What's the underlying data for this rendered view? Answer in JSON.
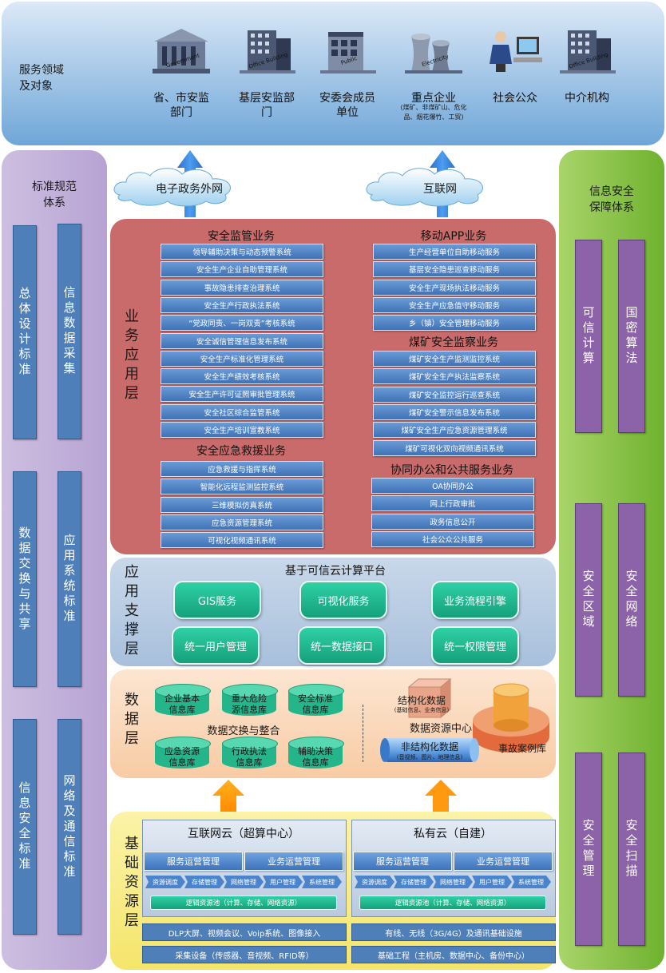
{
  "top": {
    "title": "服务领域\n及对象",
    "entities": [
      {
        "label": "省、市安监\n部门",
        "icon": "government-building-icon",
        "sign": "Government"
      },
      {
        "label": "基层安监部\n门",
        "icon": "office-building-icon",
        "sign": "Office Building"
      },
      {
        "label": "安委会成员\n单位",
        "icon": "public-building-icon",
        "sign": "Public"
      },
      {
        "label": "重点企业",
        "sub": "(煤矿、非煤矿山、危化\n品、烟花爆竹、工贸)",
        "icon": "factory-icon",
        "sign": "Electricity"
      },
      {
        "label": "社会公众",
        "icon": "person-computer-icon",
        "sign": ""
      },
      {
        "label": "中介机构",
        "icon": "office-building-icon",
        "sign": "Office Building"
      }
    ]
  },
  "left": {
    "title": "标准规范\n体系",
    "items": [
      "总体设计标准",
      "信息数据采集",
      "数据交换与共享",
      "应用系统标准",
      "信息安全标准",
      "网络及通信标准"
    ]
  },
  "right": {
    "title": "信息安全\n保障体系",
    "items": [
      "可信计算",
      "国密算法",
      "安全区域",
      "安全网络",
      "安全管理",
      "安全扫描"
    ]
  },
  "clouds": [
    "电子政务外网",
    "互联网"
  ],
  "business": {
    "layer": "业务应用层",
    "groups": [
      {
        "title": "安全监管业务",
        "items": [
          "领导辅助决策与动态预警系统",
          "安全生产企业自助管理系统",
          "事故隐患排查治理系统",
          "安全生产行政执法系统",
          "“党政同责、一岗双责”考核系统",
          "安全诚信管理信息发布系统",
          "安全生产标准化管理系统",
          "安全生产绩效考核系统",
          "安全生产许可证照审批管理系统",
          "安全社区综合监管系统",
          "安全生产培训宣教系统"
        ]
      },
      {
        "title": "安全应急救援业务",
        "items": [
          "应急救援与指挥系统",
          "智能化远程监测监控系统",
          "三维模拟仿真系统",
          "应急资源管理系统",
          "可视化视频通讯系统"
        ]
      },
      {
        "title": "移动APP业务",
        "items": [
          "生产经营单位自助移动服务",
          "基层安全隐患巡查移动服务",
          "安全生产现场执法移动服务",
          "安全生产应急值守移动服务",
          "乡（镇）安全管理移动服务"
        ]
      },
      {
        "title": "煤矿安全监察业务",
        "items": [
          "煤矿安全生产监测监控系统",
          "煤矿安全生产执法监察系统",
          "煤矿安全监控运行巡查系统",
          "煤矿安全警示信息发布系统",
          "煤矿安全生产应急资源管理系统",
          "煤矿可视化双向视频通讯系统"
        ]
      },
      {
        "title": "协同办公和公共服务业务",
        "items": [
          "OA协同办公",
          "网上行政审批",
          "政务信息公开",
          "社会公众公共服务"
        ]
      }
    ]
  },
  "support": {
    "layer": "应用支撑层",
    "title": "基于可信云计算平台",
    "items": [
      "GIS服务",
      "可视化服务",
      "业务流程引擎",
      "统一用户管理",
      "统一数据接口",
      "统一权限管理"
    ]
  },
  "data": {
    "layer": "数据层",
    "dbs": [
      "企业基本\n信息库",
      "重大危险\n源信息库",
      "安全标准\n信息库",
      "应急资源\n信息库",
      "行政执法\n信息库",
      "辅助决策\n信息库"
    ],
    "exchange": "数据交换与整合",
    "structured": "结构化数据",
    "structured_sub": "(基础信息、业务信息)",
    "center": "数据资源中心",
    "unstructured": "非结构化数据",
    "unstructured_sub": "(音视频、图片、地理信息)",
    "case": "事故案例库"
  },
  "infra": {
    "layer": "基础资源层",
    "clouds": [
      {
        "title": "互联网云（超算中心）",
        "mgmt": [
          "服务运营管理",
          "业务运营管理"
        ],
        "chevrons": [
          "资源调度",
          "存储管理",
          "网络管理",
          "用户管理",
          "系统管理"
        ],
        "bar": "逻辑资源池（计算、存储、网络资源）"
      },
      {
        "title": "私有云（自建）",
        "mgmt": [
          "服务运营管理",
          "业务运营管理"
        ],
        "chevrons": [
          "资源调度",
          "存储管理",
          "网络管理",
          "用户管理",
          "系统管理"
        ],
        "bar": "逻辑资源池（计算、存储、网络资源）"
      }
    ],
    "bottom": [
      "DLP大屏、视频会议、Voip系统、图像接入",
      "有线、无线（3G/4G）及通讯基础设施",
      "采集设备（传感器、音视频、RFID等）",
      "基础工程（主机房、数据中心、备份中心）"
    ]
  }
}
